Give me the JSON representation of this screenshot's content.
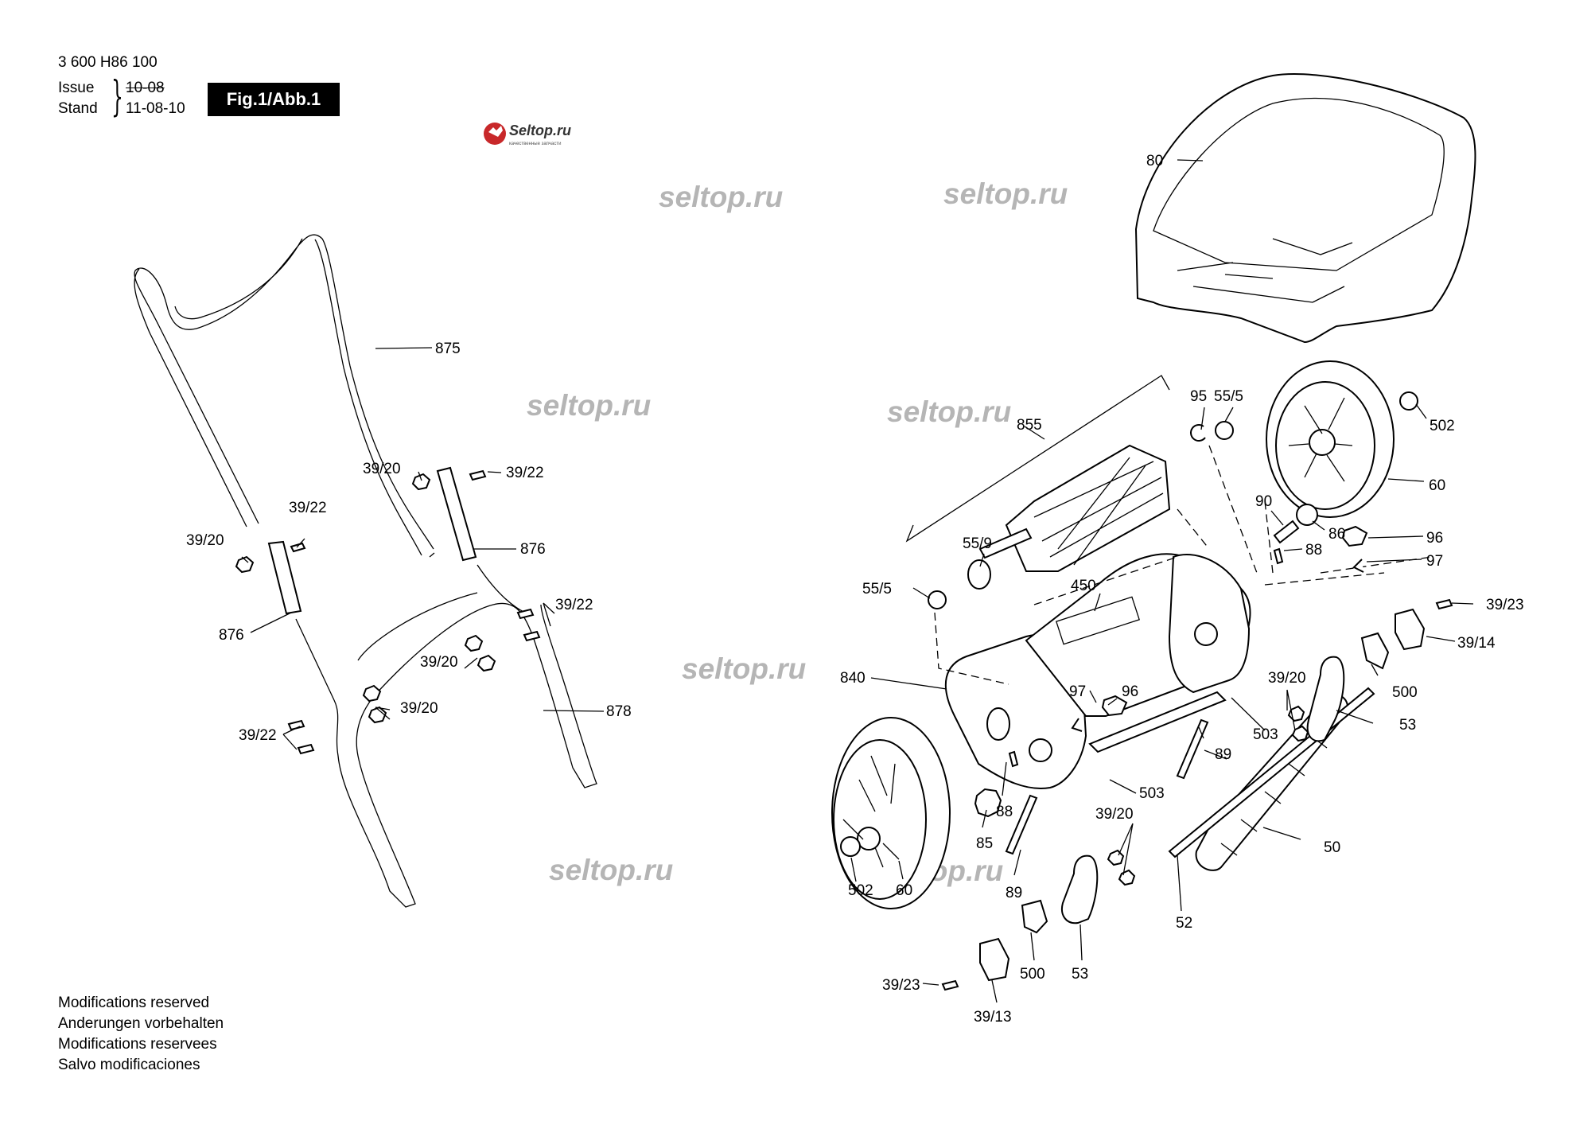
{
  "header": {
    "doc_number": "3 600 H86 100",
    "issue_label": "Issue",
    "issue_value": "10-08",
    "stand_label": "Stand",
    "stand_value": "11-08-10",
    "figure": "Fig.1/Abb.1"
  },
  "logo": {
    "name": "Seltop.ru",
    "tagline": "качественные запчасти"
  },
  "watermark": "seltop.ru",
  "footer": [
    "Modifications reserved",
    "Anderungen vorbehalten",
    "Modifications reservees",
    "Salvo modificaciones"
  ],
  "labels": {
    "l80": "80",
    "l875": "875",
    "l876a": "876",
    "l876b": "876",
    "l878": "878",
    "l3920a": "39/20",
    "l3920b": "39/20",
    "l3920c": "39/20",
    "l3920d": "39/20",
    "l3920e": "39/20",
    "l3920f": "39/20",
    "l3922a": "39/22",
    "l3922b": "39/22",
    "l3922c": "39/22",
    "l3922d": "39/22",
    "l855": "855",
    "l95": "95",
    "l555a": "55/5",
    "l555b": "55/5",
    "l559": "55/9",
    "l450": "450",
    "l840": "840",
    "l502a": "502",
    "l502b": "502",
    "l60a": "60",
    "l60b": "60",
    "l90": "90",
    "l86": "86",
    "l88a": "88",
    "l88b": "88",
    "l96a": "96",
    "l96b": "96",
    "l97a": "97",
    "l97b": "97",
    "l3923a": "39/23",
    "l3923b": "39/23",
    "l3914": "39/14",
    "l3913": "39/13",
    "l500a": "500",
    "l500b": "500",
    "l53a": "53",
    "l53b": "53",
    "l503a": "503",
    "l503b": "503",
    "l89a": "89",
    "l89b": "89",
    "l85": "85",
    "l50": "50",
    "l52": "52"
  }
}
